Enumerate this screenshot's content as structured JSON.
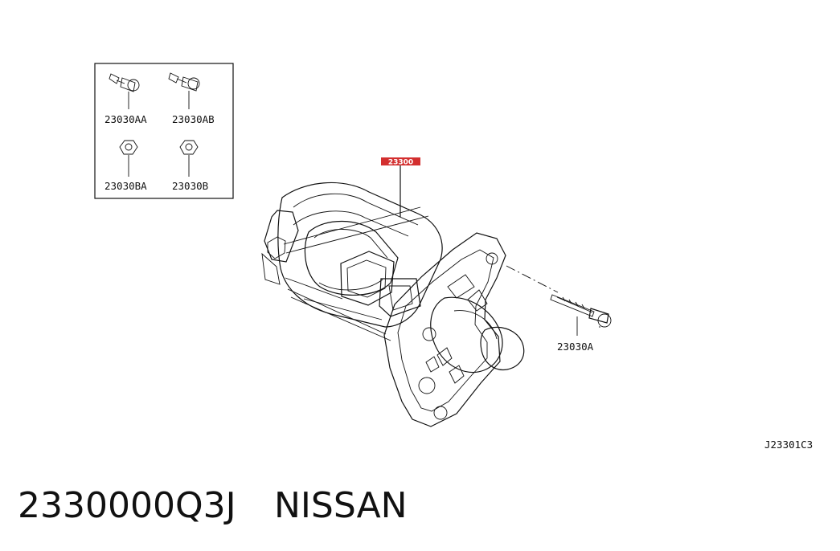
{
  "inset_labels": {
    "top_left": "23030AA",
    "top_right": "23030AB",
    "bottom_left": "23030BA",
    "bottom_right": "23030B"
  },
  "main_part_label": "23300",
  "bolt_label": "23030A",
  "diagram_code": "J23301C3",
  "caption": {
    "part_number": "2330000Q3J",
    "brand": "NISSAN"
  },
  "colors": {
    "highlight": "#d32f2f",
    "ink": "#111111",
    "background": "#ffffff"
  }
}
